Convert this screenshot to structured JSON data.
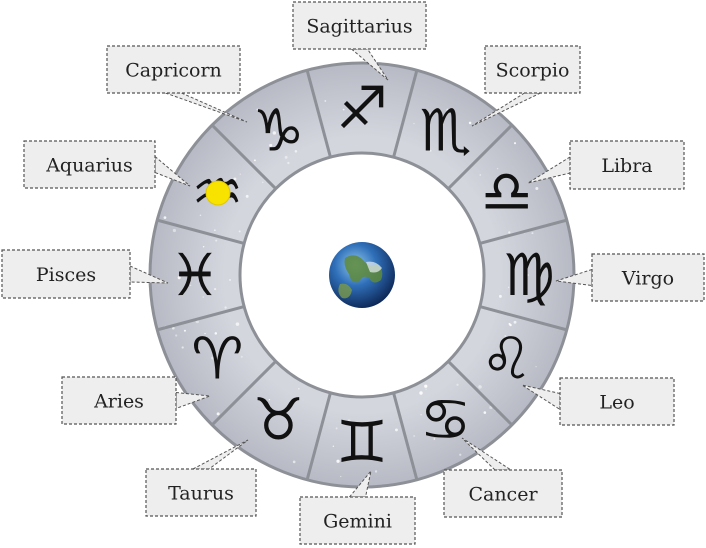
{
  "diagram": {
    "signs": [
      {
        "name": "Sagittarius",
        "symbol": "♐"
      },
      {
        "name": "Scorpio",
        "symbol": "♏"
      },
      {
        "name": "Libra",
        "symbol": "♎"
      },
      {
        "name": "Virgo",
        "symbol": "♍"
      },
      {
        "name": "Leo",
        "symbol": "♌"
      },
      {
        "name": "Cancer",
        "symbol": "♋"
      },
      {
        "name": "Gemini",
        "symbol": "♊"
      },
      {
        "name": "Taurus",
        "symbol": "♉"
      },
      {
        "name": "Aries",
        "symbol": "♈"
      },
      {
        "name": "Pisces",
        "symbol": "♓"
      },
      {
        "name": "Aquarius",
        "symbol": "♒"
      },
      {
        "name": "Capricorn",
        "symbol": "♑"
      }
    ],
    "center": {
      "icon": "earth-globe-icon"
    },
    "marker": {
      "icon": "sun-dot-icon",
      "sign": "Aquarius",
      "color": "#f7e200"
    },
    "colors": {
      "ring": "#c9cbd3",
      "ring_stroke": "#8e9098",
      "callout_fill": "#eeeeee",
      "callout_stroke": "#555555"
    }
  }
}
